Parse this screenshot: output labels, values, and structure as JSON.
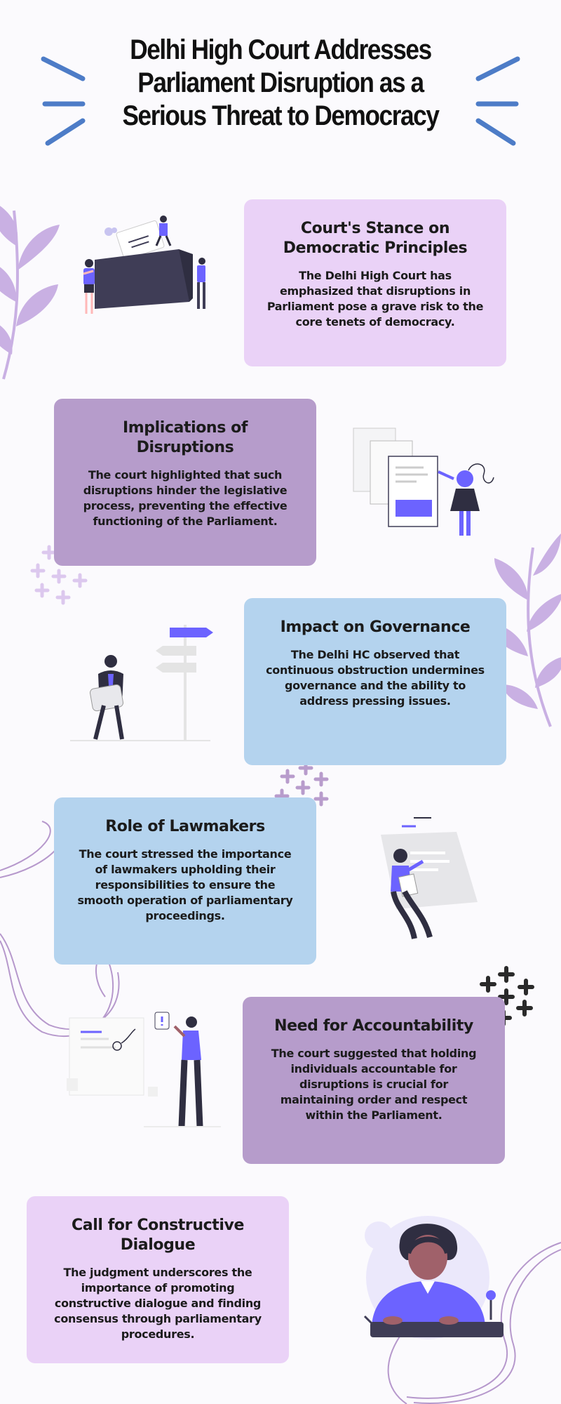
{
  "header": {
    "title_lines": [
      "Delhi High Court Addresses",
      "Parliament Disruption as a",
      "Serious Threat to Democracy"
    ]
  },
  "sections": [
    {
      "title": "Court's Stance on Democratic Principles",
      "body": "The Delhi High Court has emphasized that disruptions in Parliament pose a grave risk to the core tenets of democracy."
    },
    {
      "title": "Implications of Disruptions",
      "body": "The court highlighted that such disruptions hinder the legislative process, preventing the effective functioning of the Parliament."
    },
    {
      "title": "Impact on Governance",
      "body": "The Delhi HC observed that continuous obstruction undermines governance and the ability to address pressing issues."
    },
    {
      "title": "Role of Lawmakers",
      "body": "The court stressed the importance of lawmakers upholding their responsibilities to ensure the smooth operation of parliamentary proceedings."
    },
    {
      "title": "Need for Accountability",
      "body": "The court suggested that holding individuals accountable for disruptions is crucial for maintaining order and respect within the Parliament."
    },
    {
      "title": "Call for Constructive Dialogue",
      "body": "The judgment underscores the importance of promoting constructive dialogue and finding consensus through parliamentary procedures."
    }
  ],
  "colors": {
    "card_pink": "#ead2f7",
    "card_mauve": "#b69ccb",
    "card_blue": "#b4d3ee",
    "accent_purple": "#6c63ff",
    "title_dash_blue": "#4d7cc7",
    "leaf_lilac": "#c9b0e3"
  },
  "icons": [
    "ballot-box-voting-illustration",
    "documents-person-illustration",
    "signpost-person-illustration",
    "document-person-illustration",
    "idea-board-person-illustration",
    "news-anchor-illustration",
    "leaf-branch-icon",
    "plus-cluster-icon"
  ]
}
